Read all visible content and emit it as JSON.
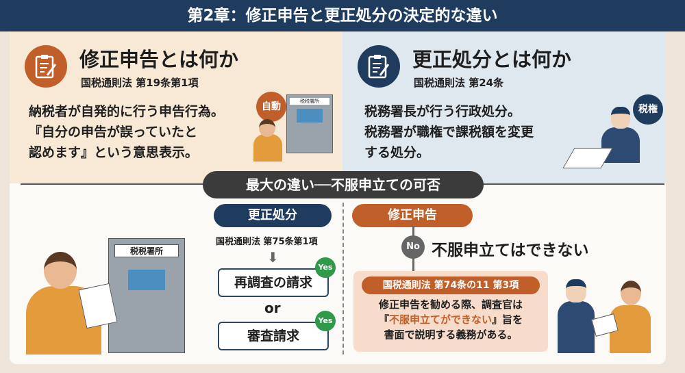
{
  "header": {
    "title": "第2章：修正申告と更正処分の決定的な違い"
  },
  "left_panel": {
    "icon": "clipboard-pen-icon",
    "title": "修正申告とは何か",
    "law": "国税通則法  第19条第1項",
    "lines": [
      "納税者が自発的に行う申告行為。",
      "『自分の申告が誤っていたと",
      "認めます』という意思表示。"
    ],
    "bubble": "自動",
    "office_sign": "税税署所"
  },
  "right_panel": {
    "icon": "clipboard-pen-icon",
    "title": "更正処分とは何か",
    "law": "国税通則法 第24条",
    "lines": [
      "税務署長が行う行政処分。",
      "税務署が職権で課税額を変更",
      "する処分。"
    ],
    "bubble": "税権"
  },
  "divider_label": "最大の違い──不服申立ての可否",
  "correction": {
    "tag": "更正処分",
    "law": "国税通則法 第75条第1項",
    "option1": "再調査の請求",
    "or": "or",
    "option2": "審査請求",
    "yes": "Yes",
    "office_sign": "税税署所"
  },
  "amendment": {
    "tag": "修正申告",
    "no": "No",
    "result": "不服申立てはできない",
    "law": "国税通則法 第74条の11 第3項",
    "note_line1": "修正申告を勧める際、調査官は",
    "note_quote_open": "『",
    "note_highlight": "不服申立てができない",
    "note_quote_close": "』旨を",
    "note_line3": "書面で説明する義務がある。"
  },
  "colors": {
    "navy": "#1f3b5e",
    "orange": "#c05f2a",
    "green": "#2e9a4a"
  }
}
